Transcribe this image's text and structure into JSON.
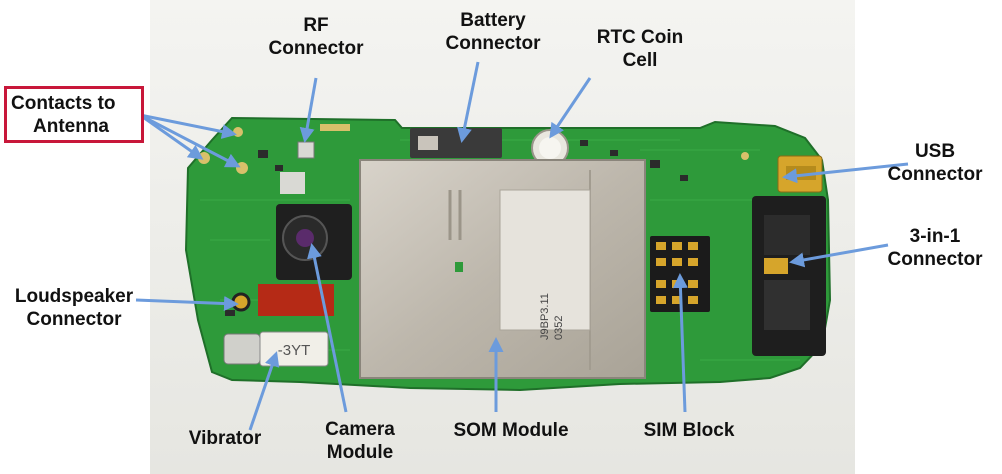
{
  "labels": {
    "rf_connector": [
      "RF",
      "Connector"
    ],
    "battery_connector": [
      "Battery",
      "Connector"
    ],
    "rtc_coin_cell": [
      "RTC Coin",
      "Cell"
    ],
    "contacts_to_antenna": [
      "Contacts to",
      "Antenna"
    ],
    "usb_connector": [
      "USB",
      "Connector"
    ],
    "three_in_one_connector": [
      "3-in-1",
      "Connector"
    ],
    "loudspeaker_connector": [
      "Loudspeaker",
      "Connector"
    ],
    "vibrator": "Vibrator",
    "camera_module": [
      "Camera",
      "Module"
    ],
    "som_module": "SOM Module",
    "sim_block": "SIM Block"
  },
  "board_markings": {
    "vibrator_marking": "-3YT",
    "som_sticker_line1": "J9BP3.11",
    "som_sticker_line2": "0352"
  },
  "colors": {
    "arrow": "#6c9bdc",
    "highlight_box": "#c8173a",
    "pcb_green": "#2e9a3a",
    "shield_metal": "#c9c4bb"
  }
}
